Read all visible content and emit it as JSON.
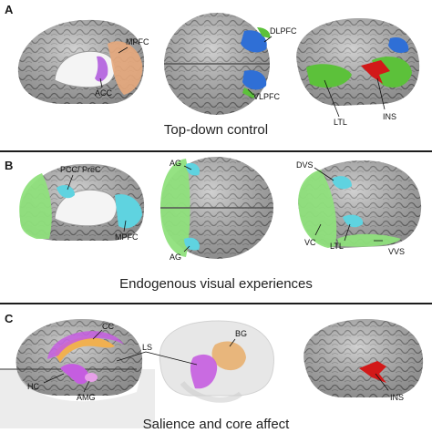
{
  "colors": {
    "cortex": "#b5b5b5",
    "sulcus": "#6a6a6a",
    "dlpfc": "#2f6fd6",
    "vlpfc_green": "#5cc13a",
    "mpfc": "#e7a97c",
    "acc": "#b86de0",
    "ins": "#d21919",
    "visual_green": "#8fe07c",
    "cyan": "#5fd3e0",
    "glass": "#dcdcdc",
    "cc_orange": "#f0b050",
    "hc_purple": "#c55de0"
  },
  "panels": [
    {
      "letter": "A",
      "caption": "Top-down control",
      "labels": {
        "mpfc": "MPFC",
        "acc": "ACC",
        "dlpfc": "DLPFC",
        "vlpfc": "VLPFC",
        "ltl": "LTL",
        "ins": "INS"
      }
    },
    {
      "letter": "B",
      "caption": "Endogenous visual experiences",
      "labels": {
        "pcc": "PCC/ PreC",
        "mpfc": "MPFC",
        "ag_top": "AG",
        "ag_bottom": "AG",
        "dvs": "DVS",
        "vc": "VC",
        "ltl": "LTL",
        "vvs": "VVS"
      }
    },
    {
      "letter": "C",
      "caption": "Salience and core affect",
      "labels": {
        "cc": "CC",
        "ls": "LS",
        "bg": "BG",
        "hc": "HC",
        "amg": "AMG",
        "ins": "INS"
      }
    }
  ]
}
